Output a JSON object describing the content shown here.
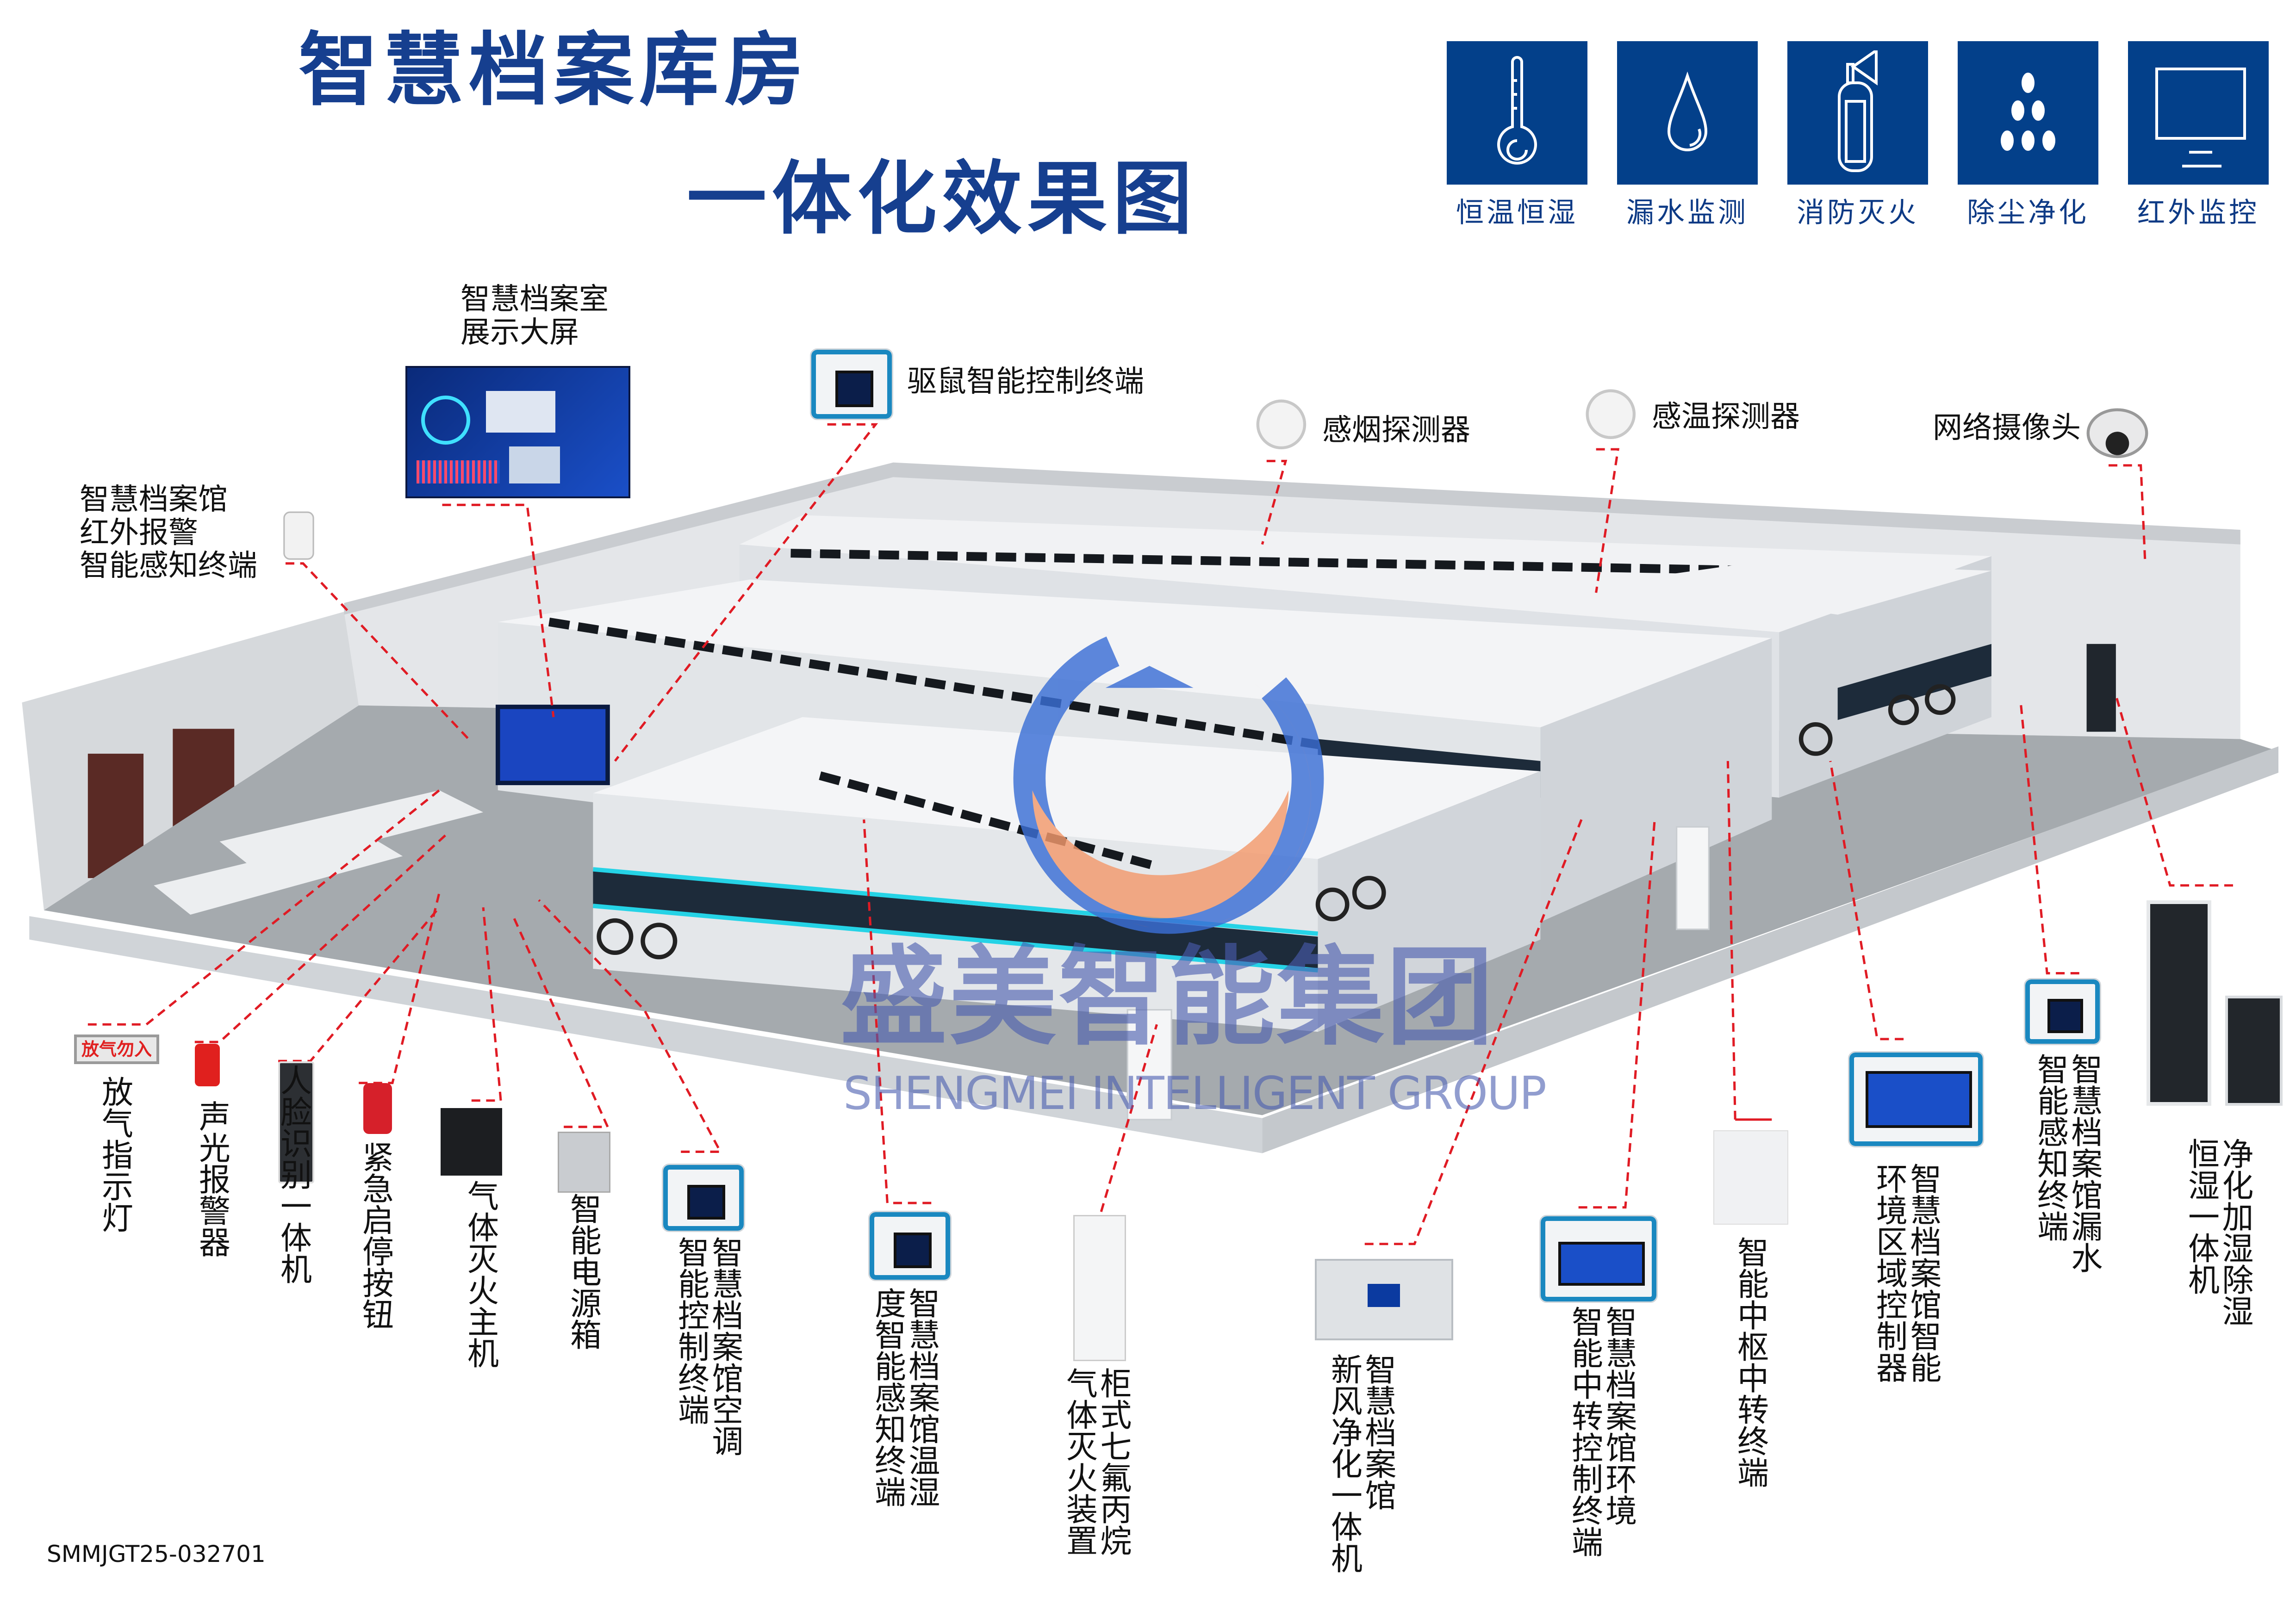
{
  "header": {
    "title_line1": "智慧档案库房",
    "title_line2": "一体化效果图"
  },
  "features": [
    {
      "label": "恒温恒湿",
      "icon": "thermometer-icon"
    },
    {
      "label": "漏水监测",
      "icon": "water-drop-icon"
    },
    {
      "label": "消防灭火",
      "icon": "fire-extinguisher-icon"
    },
    {
      "label": "除尘净化",
      "icon": "dust-dots-icon"
    },
    {
      "label": "红外监控",
      "icon": "monitor-icon"
    }
  ],
  "top_callouts": {
    "display_screen": {
      "lines": [
        "智慧档案室",
        "展示大屏"
      ]
    },
    "rodent_repeller": {
      "lines": [
        "驱鼠智能控制终端"
      ]
    },
    "smoke_detector": {
      "lines": [
        "感烟探测器"
      ]
    },
    "heat_detector": {
      "lines": [
        "感温探测器"
      ]
    },
    "network_camera": {
      "lines": [
        "网络摄像头"
      ]
    },
    "infrared_alarm": {
      "lines": [
        "智慧档案馆",
        "红外报警",
        "智能感知终端"
      ]
    }
  },
  "bottom_callouts": [
    {
      "id": "gas-release-light",
      "lines": [
        "放气指示灯"
      ],
      "sign_text": "放气勿入"
    },
    {
      "id": "sound-light-alarm",
      "lines": [
        "声光报警器"
      ]
    },
    {
      "id": "face-recognition",
      "lines": [
        "人脸识别一体机"
      ]
    },
    {
      "id": "emergency-button",
      "lines": [
        "紧急启停按钮"
      ]
    },
    {
      "id": "gas-extinguish-host",
      "lines": [
        "气体灭火主机"
      ]
    },
    {
      "id": "power-box",
      "lines": [
        "智能电源箱"
      ]
    },
    {
      "id": "ac-control-terminal",
      "lines": [
        "智慧档案馆空调",
        "智能控制终端"
      ]
    },
    {
      "id": "temp-humidity-terminal",
      "lines": [
        "智慧档案馆温湿",
        "度智能感知终端"
      ]
    },
    {
      "id": "hfc-extinguisher",
      "lines": [
        "柜式七氟丙烷",
        "气体灭火装置"
      ]
    },
    {
      "id": "fresh-air-unit",
      "lines": [
        "智慧档案馆",
        "新风净化一体机"
      ]
    },
    {
      "id": "env-relay-terminal",
      "lines": [
        "智慧档案馆环境",
        "智能中转控制终端"
      ]
    },
    {
      "id": "hub-relay-terminal",
      "lines": [
        "智能中枢中转终端"
      ]
    },
    {
      "id": "area-controller",
      "lines": [
        "智慧档案馆智能",
        "环境区域控制器"
      ]
    },
    {
      "id": "leak-terminal",
      "lines": [
        "智慧档案馆漏水",
        "智能感知终端"
      ]
    },
    {
      "id": "humidity-purifier",
      "lines": [
        "净化加湿除湿",
        "恒湿一体机"
      ]
    }
  ],
  "watermark": {
    "cn": "盛美智能集团",
    "en": "SHENGMEI INTELLIGENT GROUP"
  },
  "doc_code": "SMMJGT25-032701",
  "colors": {
    "brand_blue": "#03408a",
    "title_blue": "#163f8f",
    "callout_red": "#e01b24",
    "accent_cyan": "#25d3e6"
  }
}
